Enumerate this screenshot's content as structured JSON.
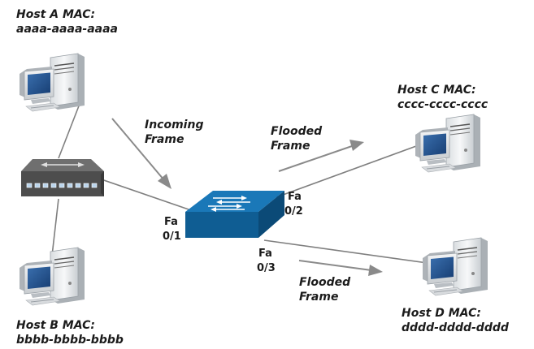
{
  "hosts": {
    "a": {
      "title": "Host A MAC:",
      "mac": "aaaa-aaaa-aaaa"
    },
    "b": {
      "title": "Host B MAC:",
      "mac": "bbbb-bbbb-bbbb"
    },
    "c": {
      "title": "Host C MAC:",
      "mac": "cccc-cccc-cccc"
    },
    "d": {
      "title": "Host D MAC:",
      "mac": "dddd-dddd-dddd"
    }
  },
  "labels": {
    "incoming": {
      "line1": "Incoming",
      "line2": "Frame"
    },
    "flooded_c": {
      "line1": "Flooded",
      "line2": "Frame"
    },
    "flooded_d": {
      "line1": "Flooded",
      "line2": "Frame"
    }
  },
  "ports": {
    "fa01": {
      "line1": "Fa",
      "line2": "0/1"
    },
    "fa02": {
      "line1": "Fa",
      "line2": "0/2"
    },
    "fa03": {
      "line1": "Fa",
      "line2": "0/3"
    }
  },
  "icons": {
    "host": "desktop-computer-icon",
    "hub": "hub-icon",
    "switch": "switch-icon"
  },
  "colors": {
    "link": "#7f7f7f",
    "arrow": "#8a8a8a",
    "switch_top": "#1a78b8",
    "switch_front": "#0f5d93",
    "hub_body": "#4d4d4d"
  }
}
